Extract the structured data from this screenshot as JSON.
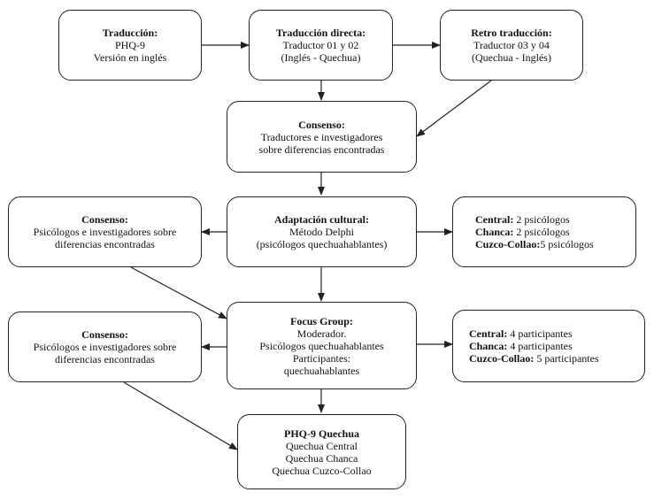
{
  "nodes": {
    "traduccion": {
      "title": "Traducción:",
      "lines": [
        "PHQ-9",
        "Versión en inglés"
      ]
    },
    "directa": {
      "title": "Traducción directa:",
      "lines": [
        "Traductor 01 y 02",
        "(Inglés - Quechua)"
      ]
    },
    "retro": {
      "title": "Retro traducción:",
      "lines": [
        "Traductor 03 y 04",
        "(Quechua - Inglés)"
      ]
    },
    "consenso1": {
      "title": "Consenso:",
      "lines": [
        "Traductores e investigadores",
        "sobre diferencias encontradas"
      ]
    },
    "adaptacion": {
      "title": "Adaptación cultural:",
      "lines": [
        "Método Delphi",
        "(psicólogos quechuahablantes)"
      ]
    },
    "consenso2": {
      "title": "Consenso:",
      "lines": [
        "Psicólogos e investigadores sobre",
        "diferencias encontradas"
      ]
    },
    "psicologos": {
      "rows": [
        {
          "label": "Central:",
          "value": " 2 psicólogos"
        },
        {
          "label": "Chanca:",
          "value": " 2 psicólogos"
        },
        {
          "label": "Cuzco-Collao:",
          "value": "5 psicólogos"
        }
      ]
    },
    "focus": {
      "title": "Focus Group:",
      "lines": [
        "Moderador.",
        "Psicólogos quechuahablantes",
        "Participantes:",
        "quechuahablantes"
      ]
    },
    "consenso3": {
      "title": "Consenso:",
      "lines": [
        "Psicólogos e investigadores sobre",
        "diferencias encontradas"
      ]
    },
    "participantes": {
      "rows": [
        {
          "label": "Central:",
          "value": " 4 participantes"
        },
        {
          "label": "Chanca:",
          "value": " 4 participantes"
        },
        {
          "label": "Cuzco-Collao:",
          "value": " 5 participantes"
        }
      ]
    },
    "final": {
      "title": "PHQ-9 Quechua",
      "lines": [
        "Quechua Central",
        "Quechua Chanca",
        "Quechua Cuzco-Collao"
      ]
    }
  },
  "colors": {
    "stroke": "#222222",
    "background": "#ffffff"
  }
}
